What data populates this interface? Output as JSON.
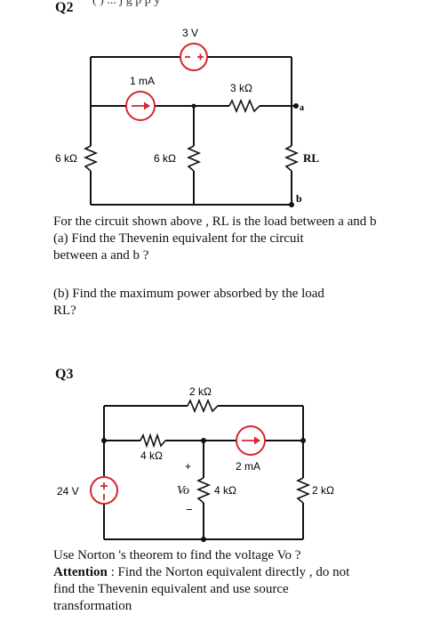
{
  "q2": {
    "heading": "Q2",
    "top_fragment": "(      )  ...  j      g     p  p            y",
    "labels": {
      "v_source": "3 V",
      "i_source": "1 mA",
      "r_top": "3 kΩ",
      "r_left": "6 kΩ",
      "r_mid": "6 kΩ",
      "load": "RL",
      "node_a": "a",
      "node_b": "b"
    },
    "text_lines": [
      "For the circuit shown above , RL is the load between a  and  b",
      "(a) Find the Thevenin equivalent for the circuit",
      "between a  and b ?",
      "(b) Find the maximum power absorbed by the load",
      "RL?"
    ]
  },
  "q3": {
    "heading": "Q3",
    "labels": {
      "r_top": "2 kΩ",
      "r_4k_upper": "4 kΩ",
      "i_source": "2 mA",
      "v_source": "24 V",
      "vo": "Vo",
      "r_4k_vo": "4 kΩ",
      "r_right": "2 kΩ",
      "plus": "+",
      "minus": "−"
    },
    "text_line1": "Use Norton 's theorem to find the voltage Vo ?",
    "attention_label": "Attention",
    "attention_rest": " : Find the Norton equivalent directly , do not",
    "text_line3": "find the Thevenin equivalent and use source",
    "text_line4": "transformation"
  },
  "colors": {
    "source": "#d6262e",
    "wire": "#111111"
  }
}
